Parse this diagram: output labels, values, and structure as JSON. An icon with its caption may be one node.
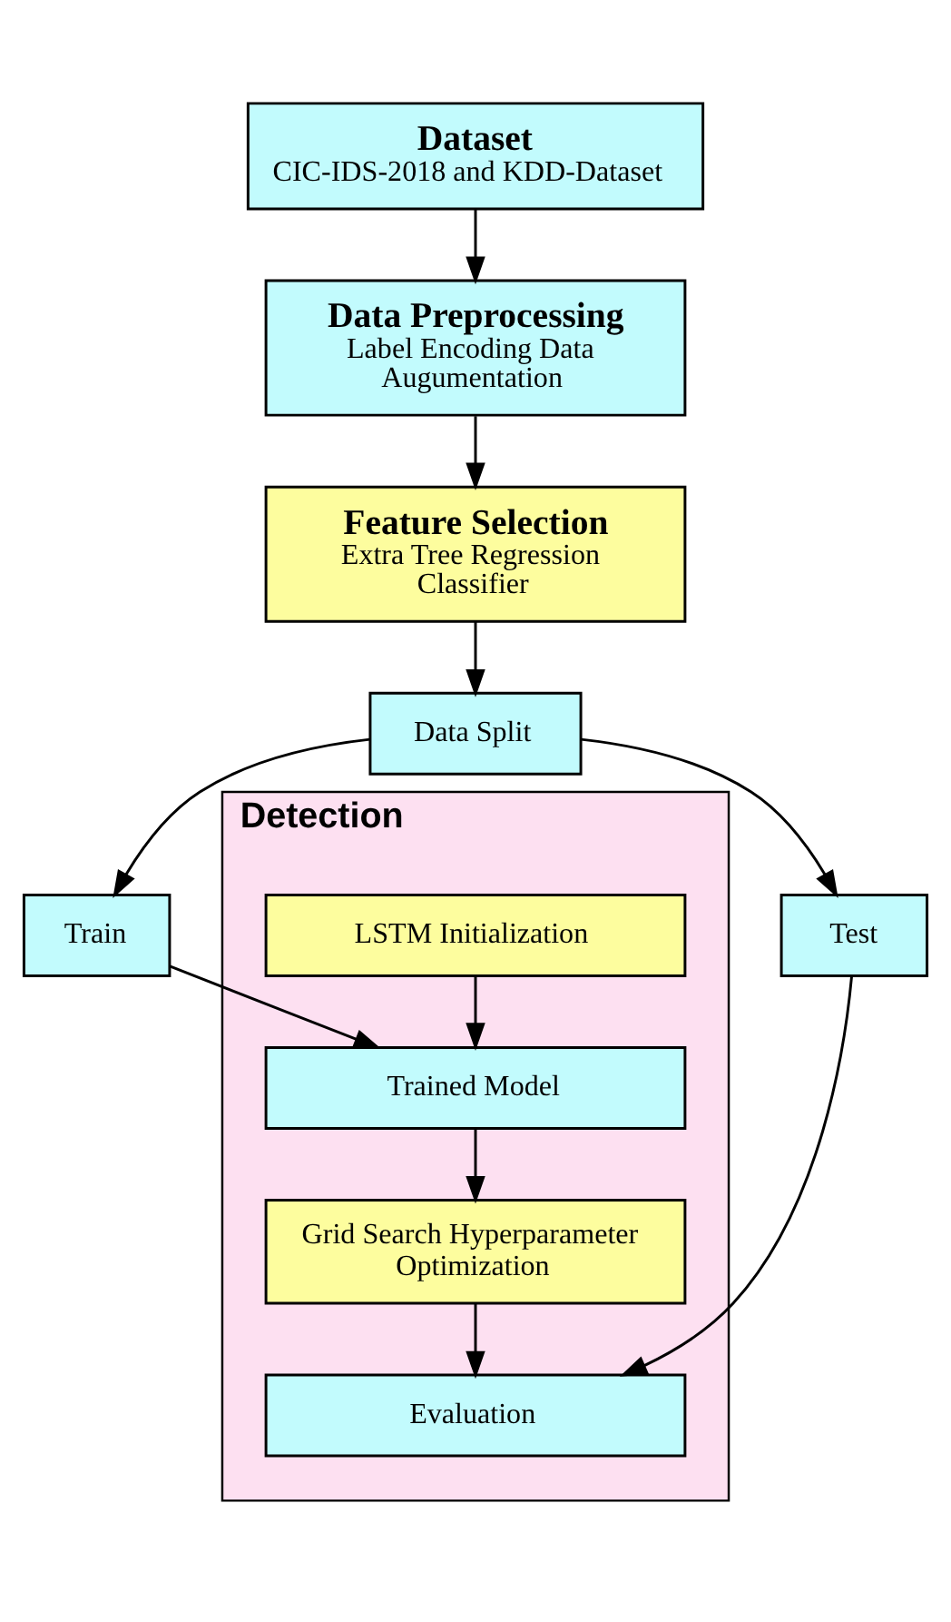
{
  "diagram": {
    "nodes": [
      {
        "text": [
          "Dataset",
          "CIC-IDS-2018 and KDD-Dataset"
        ]
      },
      {
        "text": [
          "Data Preprocessing",
          "Label Encoding Data Augumentation"
        ]
      },
      {
        "text": [
          "Feature Selection",
          "Extra Tree Regression Classifier"
        ]
      },
      {
        "text": [
          "Data Split"
        ]
      },
      {
        "text": [
          "Train"
        ]
      },
      {
        "text": [
          "Test"
        ]
      },
      {
        "text": [
          "Detection"
        ]
      },
      {
        "text": [
          "LSTM Initialization"
        ],
        "in": 6
      },
      {
        "text": [
          "Trained Model"
        ],
        "in": 6
      },
      {
        "text": [
          "Grid Search Hyperparameter Optimization"
        ],
        "in": 6
      },
      {
        "text": [
          "Evaluation"
        ],
        "in": 6
      }
    ],
    "edges": [
      {
        "from": 0,
        "to": 1,
        "arrow": "to"
      },
      {
        "from": 1,
        "to": 2,
        "arrow": "to"
      },
      {
        "from": 2,
        "to": 3,
        "arrow": "to"
      },
      {
        "from": 3,
        "to": 4,
        "arrow": "to"
      },
      {
        "from": 3,
        "to": 5,
        "arrow": "to"
      },
      {
        "from": 4,
        "to": 8,
        "arrow": "to"
      },
      {
        "from": 7,
        "to": 8,
        "arrow": "to"
      },
      {
        "from": 8,
        "to": 9,
        "arrow": "to"
      },
      {
        "from": 9,
        "to": 10,
        "arrow": "to"
      },
      {
        "from": 5,
        "to": 10,
        "arrow": "to"
      }
    ]
  }
}
